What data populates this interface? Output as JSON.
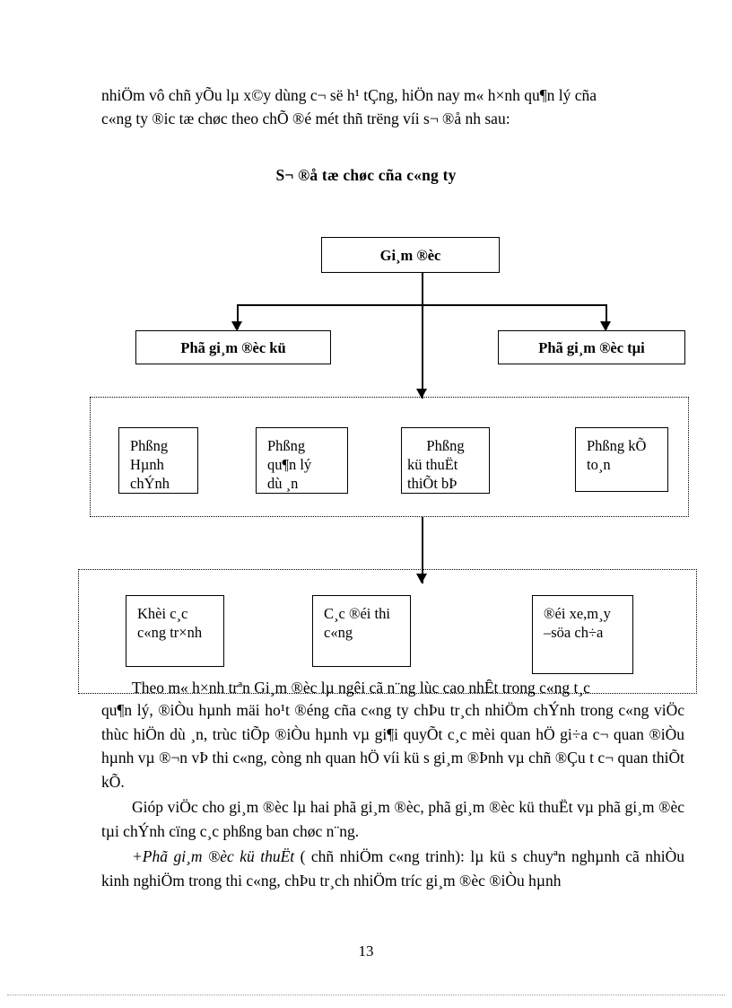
{
  "document": {
    "page_number": "13",
    "intro_paragraph": {
      "line1": "nhiÖm vô chñ yÕu lµ x©y dùng c¬ së h¹ tÇng, hiÖn nay m« h×nh qu¶n lý cña",
      "line2": "c«ng ty ®ic  tæ chøc theo chÕ ®é mét thñ trëng  víi s¬ ®å nh  sau:"
    }
  },
  "chart_data": {
    "type": "diagram",
    "title": "S¬ ®å tæ chøc cña c«ng ty",
    "levels": [
      {
        "level": 1,
        "nodes": [
          {
            "id": "director",
            "label": "Gi¸m ®èc"
          }
        ]
      },
      {
        "level": 2,
        "nodes": [
          {
            "id": "deputy_tech",
            "label": "Phã gi¸m ®èc kü"
          },
          {
            "id": "deputy_fin",
            "label": "Phã gi¸m ®èc tµi"
          }
        ]
      },
      {
        "level": 3,
        "group": "departments",
        "nodes": [
          {
            "id": "dept_admin",
            "line1": "Phßng",
            "line2": "Hµnh",
            "line3": "chÝnh"
          },
          {
            "id": "dept_proj",
            "line1": "Phßng",
            "line2": "qu¶n lý",
            "line3": "dù ¸n"
          },
          {
            "id": "dept_tech",
            "line1": "Phßng",
            "line2": "kü thuËt",
            "line3": "thiÕt bÞ"
          },
          {
            "id": "dept_acct",
            "line1": "Phßng kÕ",
            "line2": "to¸n",
            "line3": ""
          }
        ]
      },
      {
        "level": 4,
        "group": "units",
        "nodes": [
          {
            "id": "unit_works",
            "line1": "Khèi c¸c",
            "line2": "c«ng tr×nh"
          },
          {
            "id": "unit_teams",
            "line1": "C¸c ®éi thi",
            "line2": "c«ng"
          },
          {
            "id": "unit_fleet",
            "line1": "®éi xe,m¸y",
            "line2": "–söa ch÷a"
          }
        ]
      }
    ]
  },
  "body": {
    "clipped_line": "Theo m« h×nh trªn Gi¸m ®èc lµ ngêi cã n¨ng lùc cao nhÊt trong c«ng t¸c",
    "paragraph_1": "qu¶n lý, ®iÒu hµnh mäi ho¹t ®éng cña c«ng ty chÞu tr¸ch nhiÖm chÝnh trong c«ng viÖc thùc hiÖn dù ¸n, trùc tiÕp ®iÒu hµnh vµ gi¶i quyÕt c¸c mèi quan hÖ gi÷a c¬ quan ®iÒu hµnh vµ ®¬n vÞ thi c«ng, còng nh  quan hÖ víi kü s  gi¸m ®Þnh vµ chñ ®Çu t  c¬ quan thiÕt kÕ.",
    "paragraph_2": "Gióp viÖc cho gi¸m ®èc lµ hai phã gi¸m ®èc, phã gi¸m ®èc kü thuËt vµ phã gi¸m ®èc tµi chÝnh cïng c¸c phßng ban chøc n¨ng.",
    "paragraph_3_italic": "+Phã gi¸m ®èc kü thuËt",
    "paragraph_3_rest": " ( chñ nhiÖm c«ng trinh): lµ kü s  chuyªn nghµnh cã nhiÒu kinh nghiÖm trong thi c«ng, chÞu tr¸ch nhiÖm tríc  gi¸m ®èc ®iÒu hµnh"
  }
}
